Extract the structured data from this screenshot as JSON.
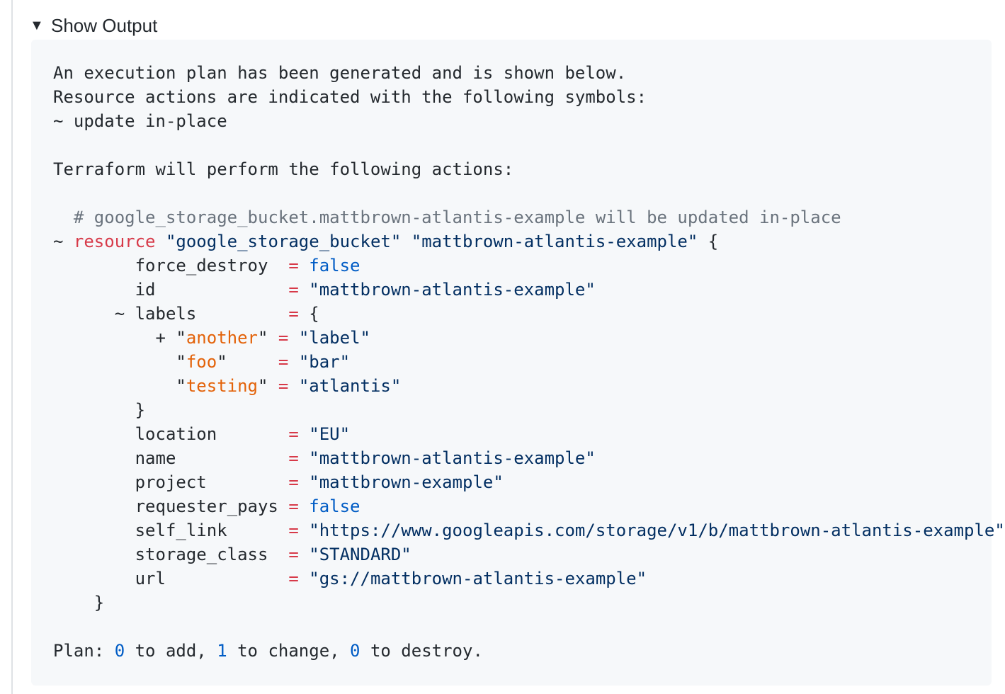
{
  "toggle": {
    "icon": "triangle-down-icon",
    "label": "Show Output"
  },
  "output": {
    "intro1": "An execution plan has been generated and is shown below.",
    "intro2": "Resource actions are indicated with the following symbols:",
    "intro3": "~ update in-place",
    "intro4": "Terraform will perform the following actions:",
    "comment": "# google_storage_bucket.mattbrown-atlantis-example will be updated in-place",
    "resource": {
      "prefix": "~ ",
      "keyword": "resource",
      "type": "\"google_storage_bucket\"",
      "name": "\"mattbrown-atlantis-example\"",
      "open": " {"
    },
    "attr_force_destroy": {
      "key": "force_destroy",
      "value": "false"
    },
    "attr_id": {
      "key": "id",
      "value": "\"mattbrown-atlantis-example\""
    },
    "attr_labels": {
      "key": "labels",
      "value": "{"
    },
    "label_another": {
      "prefix": "+ ",
      "key": "another",
      "value": "\"label\""
    },
    "label_foo": {
      "key": "foo",
      "value": "\"bar\""
    },
    "label_testing": {
      "key": "testing",
      "value": "\"atlantis\""
    },
    "labels_close": "}",
    "attr_location": {
      "key": "location",
      "value": "\"EU\""
    },
    "attr_name": {
      "key": "name",
      "value": "\"mattbrown-atlantis-example\""
    },
    "attr_project": {
      "key": "project",
      "value": "\"mattbrown-example\""
    },
    "attr_requester_pays": {
      "key": "requester_pays",
      "value": "false"
    },
    "attr_self_link": {
      "key": "self_link",
      "value": "\"https://www.googleapis.com/storage/v1/b/mattbrown-atlantis-example\""
    },
    "attr_storage_class": {
      "key": "storage_class",
      "value": "\"STANDARD\""
    },
    "attr_url": {
      "key": "url",
      "value": "\"gs://mattbrown-atlantis-example\""
    },
    "resource_close": "}",
    "plan": {
      "label": "Plan: ",
      "add": "0",
      "add_text": " to add, ",
      "change": "1",
      "change_text": " to change, ",
      "destroy": "0",
      "destroy_text": " to destroy."
    }
  }
}
